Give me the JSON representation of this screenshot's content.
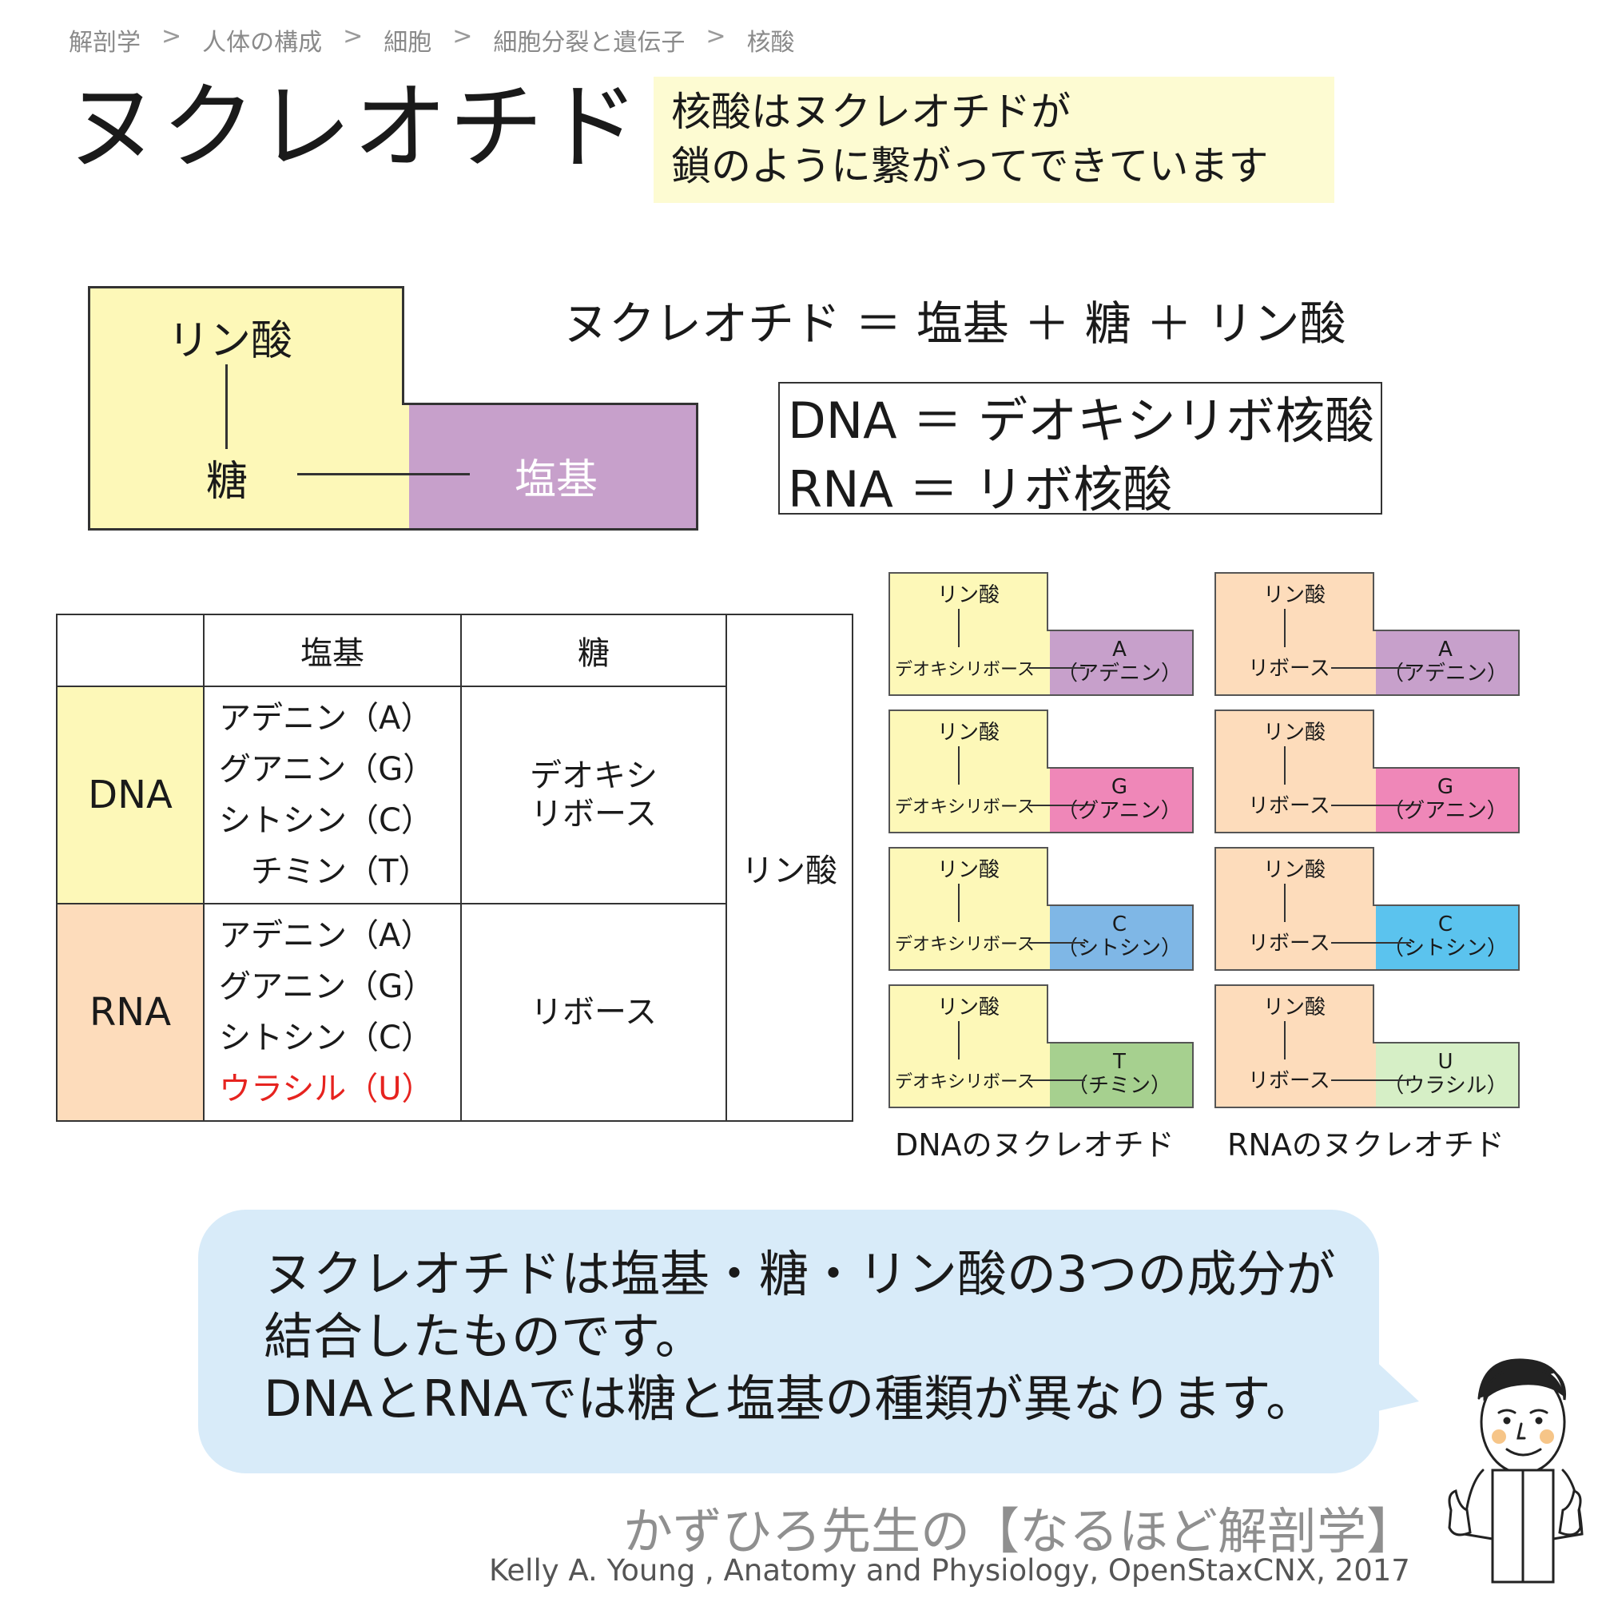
{
  "breadcrumb": [
    "解剖学",
    "人体の構成",
    "細胞",
    "細胞分裂と遺伝子",
    "核酸"
  ],
  "breadcrumb_separator": ">",
  "title": "ヌクレオチド",
  "note": {
    "line1": "核酸はヌクレオチドが",
    "line2": "鎖のように繋がってできています"
  },
  "schematic": {
    "phosphate": "リン酸",
    "sugar": "糖",
    "base": "塩基"
  },
  "formula": "ヌクレオチド ＝ 塩基 ＋ 糖 ＋ リン酸",
  "definitions": {
    "dna": "DNA ＝ デオキシリボ核酸",
    "rna": "RNA ＝ リボ核酸"
  },
  "table": {
    "headers": {
      "base": "塩基",
      "sugar": "糖"
    },
    "dna": {
      "label": "DNA",
      "bases": [
        "アデニン（A）",
        "グアニン（G）",
        "シトシン（C）",
        "チミン（T）"
      ],
      "sugar_line1": "デオキシ",
      "sugar_line2": "リボース"
    },
    "rna": {
      "label": "RNA",
      "bases": [
        "アデニン（A）",
        "グアニン（G）",
        "シトシン（C）",
        "ウラシル（U）"
      ],
      "sugar": "リボース"
    },
    "phosphate": "リン酸"
  },
  "cards": {
    "phosphate": "リン酸",
    "dna_sugar": "デオキシリボース",
    "rna_sugar": "リボース",
    "dna": [
      {
        "letter": "A",
        "name": "（アデニン）",
        "color": "#c7a0cb"
      },
      {
        "letter": "G",
        "name": "（グアニン）",
        "color": "#ef87b8"
      },
      {
        "letter": "C",
        "name": "（シトシン）",
        "color": "#7fb7e6"
      },
      {
        "letter": "T",
        "name": "（チミン）",
        "color": "#a6d08f"
      }
    ],
    "rna": [
      {
        "letter": "A",
        "name": "（アデニン）",
        "color": "#c7a0cb"
      },
      {
        "letter": "G",
        "name": "（グアニン）",
        "color": "#ef87b8"
      },
      {
        "letter": "C",
        "name": "（シトシン）",
        "color": "#5bc3ee"
      },
      {
        "letter": "U",
        "name": "（ウラシル）",
        "color": "#d6efc6"
      }
    ],
    "dna_caption": "DNAのヌクレオチド",
    "rna_caption": "RNAのヌクレオチド"
  },
  "bubble": {
    "line1": "ヌクレオチドは塩基・糖・リン酸の3つの成分が",
    "line2": "結合したものです。",
    "line3": "DNAとRNAでは糖と塩基の種類が異なります。"
  },
  "brand": "かずひろ先生の【なるほど解剖学】",
  "credit": "Kelly A. Young , Anatomy and Physiology, OpenStaxCNX, 2017",
  "colors": {
    "yellow": "#fdf8b8",
    "peach": "#fddcbb",
    "bubble": "#d8ebf9",
    "uracil_text": "#e6231f"
  }
}
